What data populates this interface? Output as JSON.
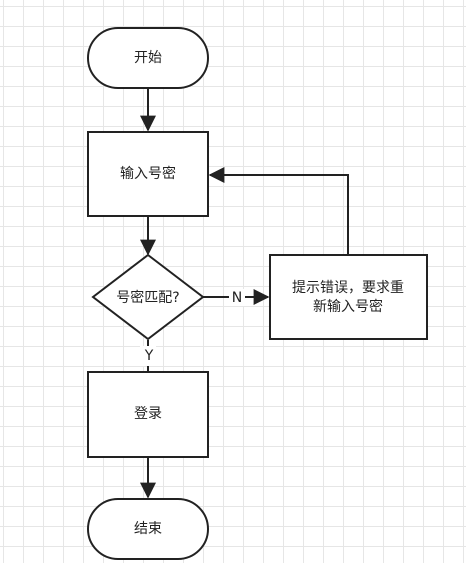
{
  "diagram": {
    "nodes": {
      "start": {
        "label": "开始"
      },
      "input": {
        "label": "输入号密"
      },
      "decision": {
        "label": "号密匹配?"
      },
      "error": {
        "line1": "提示错误，要求重",
        "line2": "新输入号密"
      },
      "login": {
        "label": "登录"
      },
      "end": {
        "label": "结束"
      }
    },
    "edges": {
      "no_label": "N",
      "yes_label": "Y"
    }
  }
}
